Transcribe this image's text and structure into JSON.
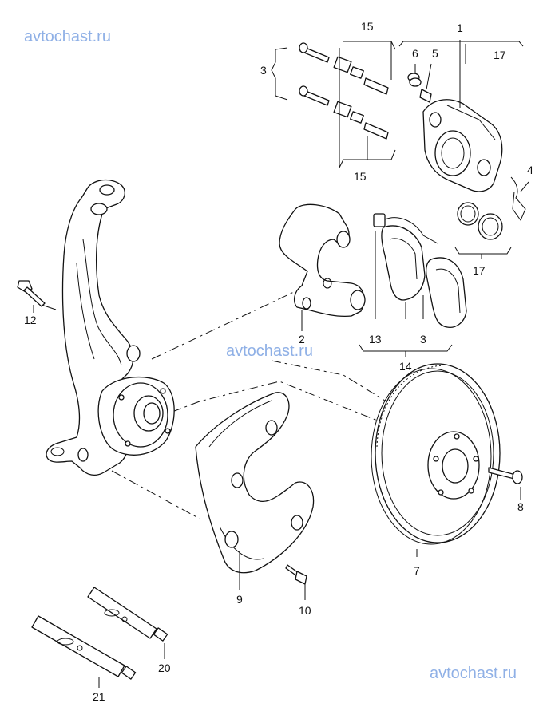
{
  "title": "Front brake / wheel hub exploded parts diagram",
  "watermarks": [
    "avtochast.ru",
    "avtochast.ru",
    "avtochast.ru"
  ],
  "callouts": {
    "c1": "1",
    "c2": "2",
    "c3a": "3",
    "c3b": "3",
    "c4": "4",
    "c5": "5",
    "c6": "6",
    "c7": "7",
    "c8": "8",
    "c9": "9",
    "c10": "10",
    "c12": "12",
    "c13": "13",
    "c14": "14",
    "c15a": "15",
    "c15b": "15",
    "c17a": "17",
    "c17b": "17",
    "c20": "20",
    "c21": "21"
  },
  "colors": {
    "watermark": "#8fb0e6",
    "line": "#111111"
  }
}
